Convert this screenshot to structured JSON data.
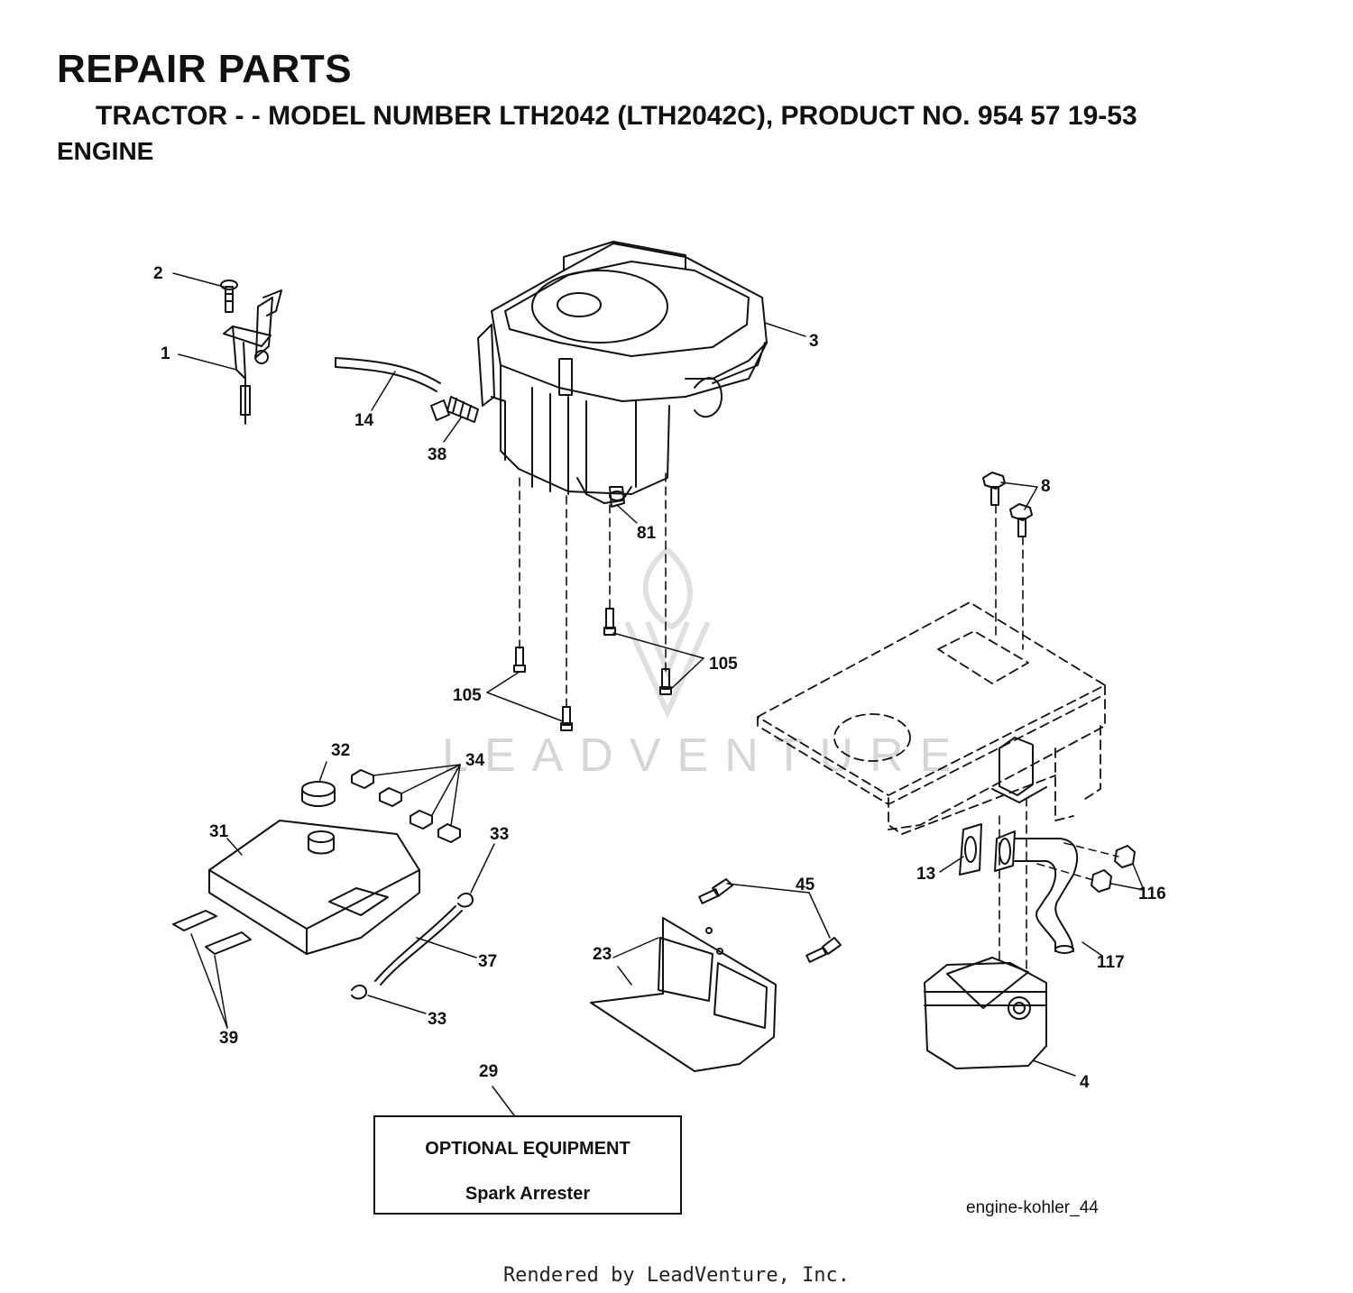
{
  "header": {
    "title": "REPAIR PARTS",
    "subtitle": "TRACTOR - - MODEL NUMBER LTH2042 (LTH2042C), PRODUCT NO. 954 57 19-53",
    "section": "ENGINE"
  },
  "callouts": {
    "c1": "1",
    "c2": "2",
    "c3": "3",
    "c4": "4",
    "c8": "8",
    "c13": "13",
    "c14": "14",
    "c23": "23",
    "c29": "29",
    "c31": "31",
    "c32": "32",
    "c33a": "33",
    "c33b": "33",
    "c34": "34",
    "c37": "37",
    "c38": "38",
    "c39": "39",
    "c45": "45",
    "c81": "81",
    "c105a": "105",
    "c105b": "105",
    "c116": "116",
    "c117": "117"
  },
  "watermark": "LEADVENTURE",
  "optional_equipment": {
    "title": "OPTIONAL EQUIPMENT",
    "item": "Spark Arrester"
  },
  "diagram_id": "engine-kohler_44",
  "footer": "Rendered by LeadVenture, Inc."
}
